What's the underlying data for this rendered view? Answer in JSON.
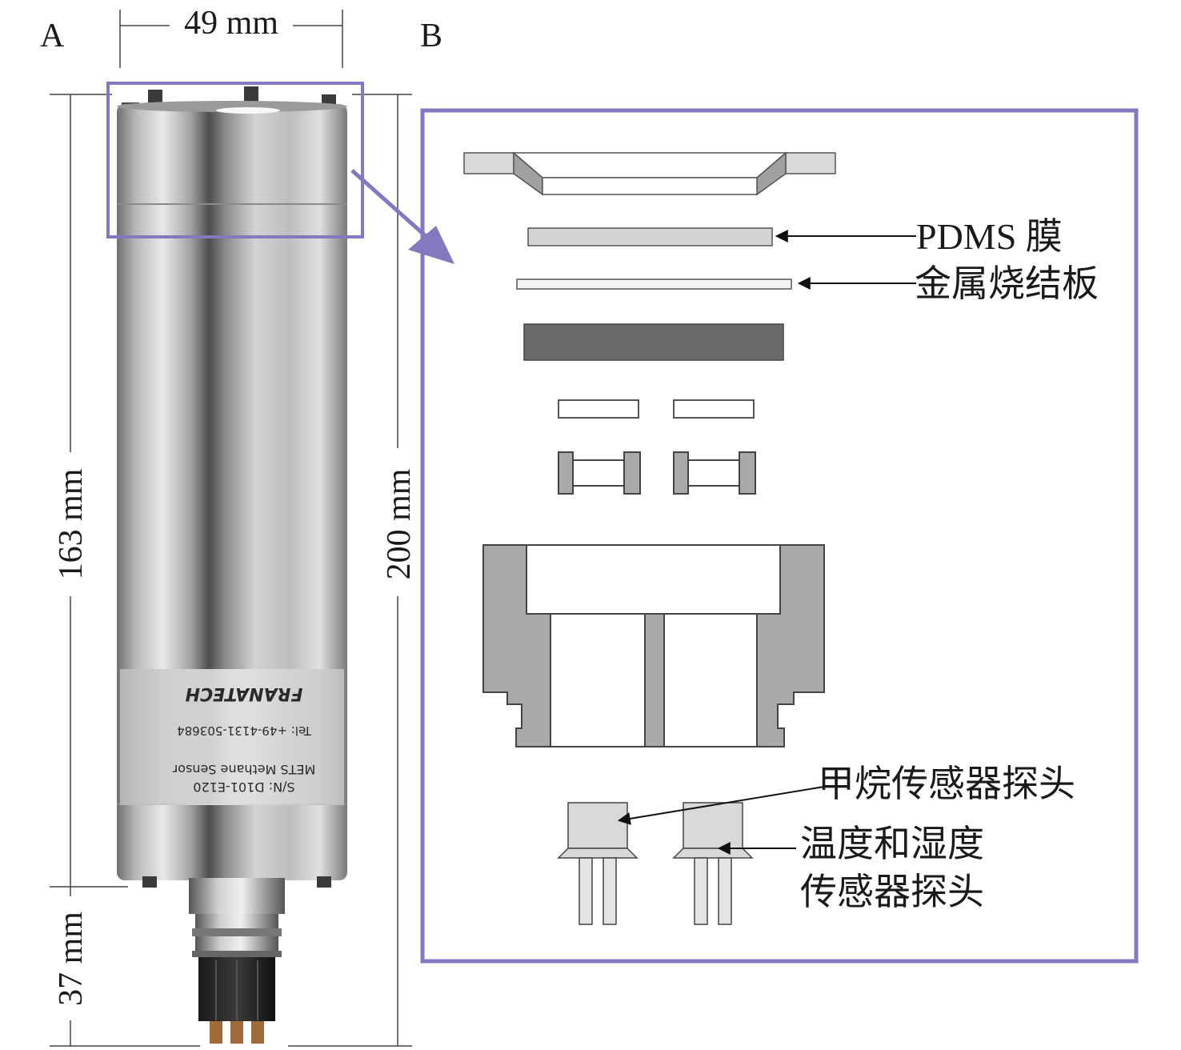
{
  "panel_a": {
    "label": "A",
    "dim_width": "49 mm",
    "dim_body_height": "163 mm",
    "dim_total_height": "200 mm",
    "dim_connector_height": "37 mm",
    "sensor_label": {
      "brand": "FRANATECH",
      "phone": "Tel: +49-4131-503684",
      "product": "METS Methane Sensor",
      "serial": "S/N: D101-E120"
    }
  },
  "panel_b": {
    "label": "B",
    "callouts": {
      "pdms": "PDMS 膜",
      "sinter_plate": "金属烧结板",
      "methane_probe": "甲烷传感器探头",
      "th_probe_line1": "温度和湿度",
      "th_probe_line2": "传感器探头"
    }
  },
  "colors": {
    "highlight": "#8577c0",
    "dark_part": "#6a6a6a",
    "light_part": "#d4d4d4",
    "mid_part": "#a9a9a9"
  }
}
